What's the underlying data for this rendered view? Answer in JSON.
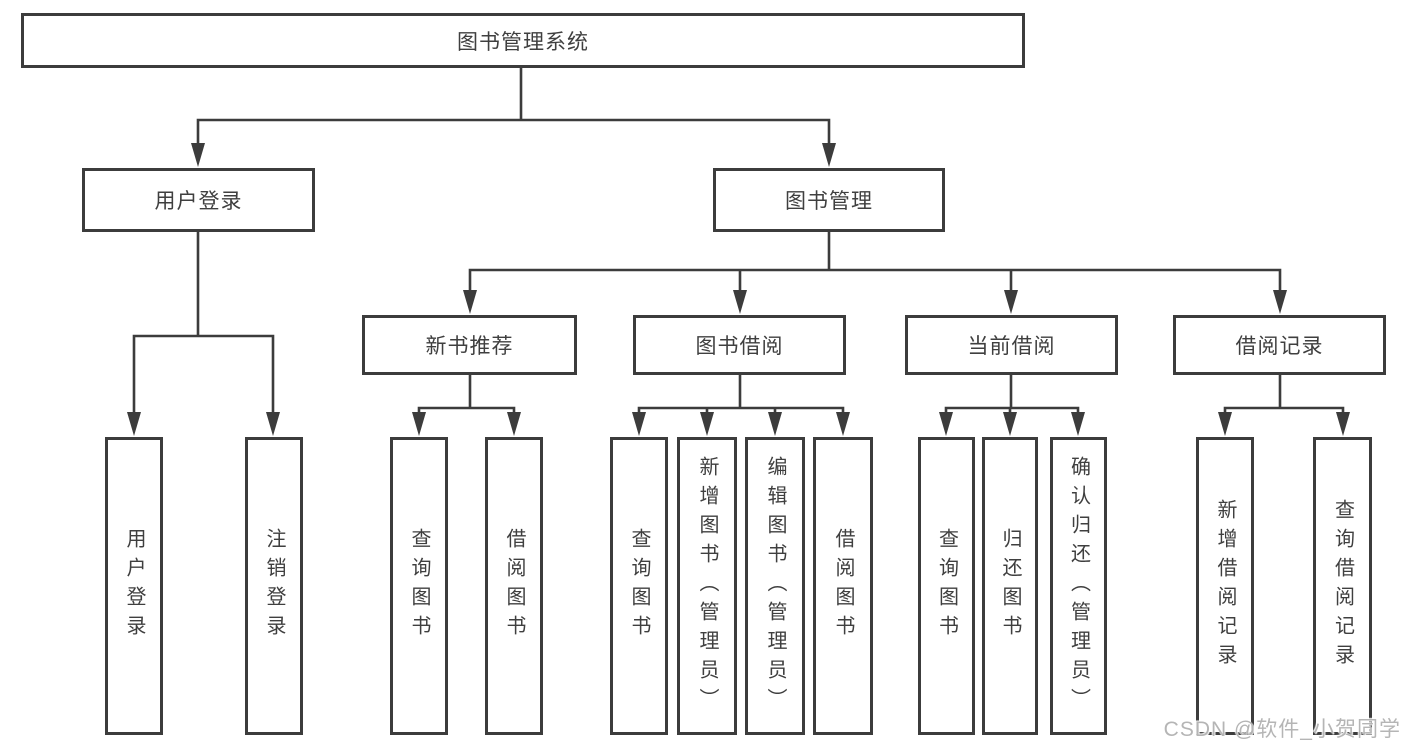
{
  "colors": {
    "line": "#3c3c3c",
    "text": "#3f3f3f",
    "watermark": "#b5b5b5",
    "bg": "#ffffff"
  },
  "tree": {
    "root": {
      "label": "图书管理系统"
    },
    "branches": [
      {
        "label": "用户登录",
        "children": [
          {
            "label": "用户登录"
          },
          {
            "label": "注销登录"
          }
        ]
      },
      {
        "label": "图书管理",
        "children": [
          {
            "label": "新书推荐",
            "children": [
              {
                "label": "查询图书"
              },
              {
                "label": "借阅图书"
              }
            ]
          },
          {
            "label": "图书借阅",
            "children": [
              {
                "label": "查询图书"
              },
              {
                "label": "新增图书（管理员）"
              },
              {
                "label": "编辑图书（管理员）"
              },
              {
                "label": "借阅图书"
              }
            ]
          },
          {
            "label": "当前借阅",
            "children": [
              {
                "label": "查询图书"
              },
              {
                "label": "归还图书"
              },
              {
                "label": "确认归还（管理员）"
              }
            ]
          },
          {
            "label": "借阅记录",
            "children": [
              {
                "label": "新增借阅记录"
              },
              {
                "label": "查询借阅记录"
              }
            ]
          }
        ]
      }
    ]
  },
  "watermark": {
    "text": "CSDN @软件_小贺同学"
  }
}
